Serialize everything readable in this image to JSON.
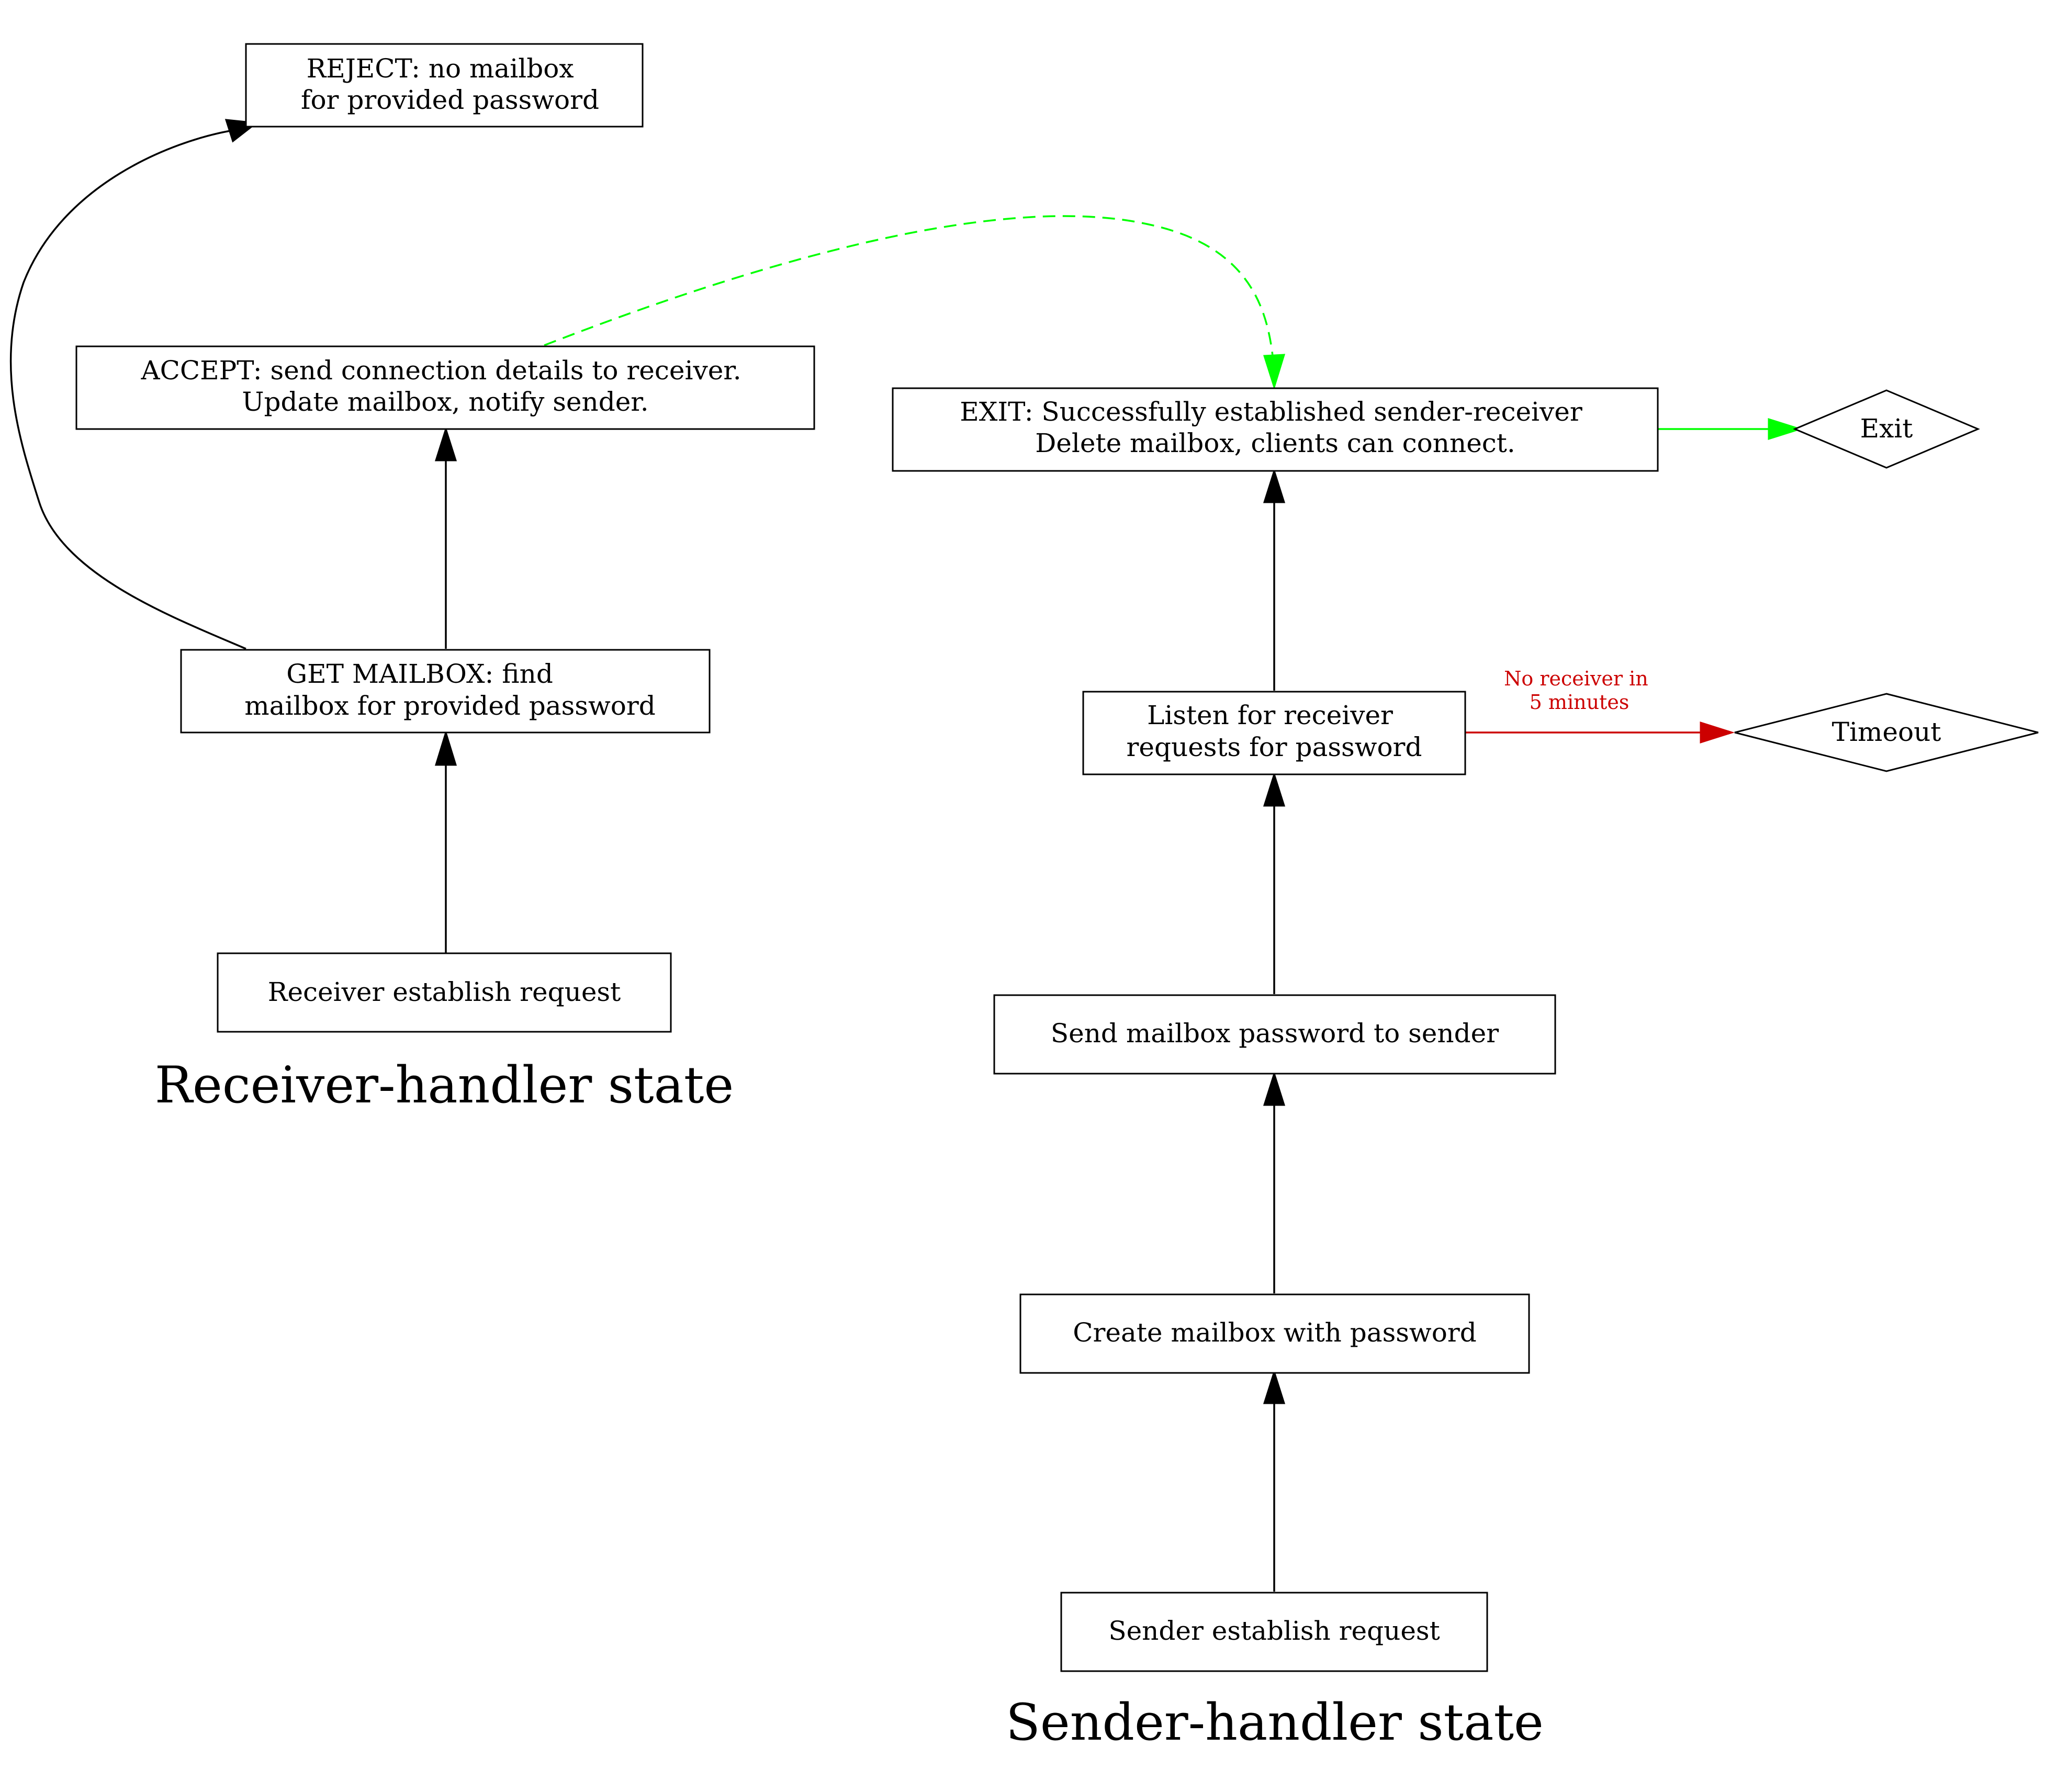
{
  "colors": {
    "default_edge": "#000000",
    "success_edge": "#00ff00",
    "timeout_edge": "#cc0000"
  },
  "clusters": {
    "receiver": {
      "label": "Receiver-handler state"
    },
    "sender": {
      "label": "Sender-handler state"
    }
  },
  "nodes": {
    "reject": {
      "lines": [
        "REJECT: no mailbox",
        "for provided password"
      ]
    },
    "accept": {
      "lines": [
        "ACCEPT: send connection details to receiver.",
        "Update mailbox, notify sender."
      ]
    },
    "get_mailbox": {
      "lines": [
        "GET MAILBOX: find",
        "mailbox for provided password"
      ]
    },
    "receiver_request": {
      "lines": [
        "Receiver establish request"
      ]
    },
    "exit_state": {
      "lines": [
        "EXIT: Successfully established sender-receiver",
        "Delete mailbox, clients can connect."
      ]
    },
    "exit": {
      "lines": [
        "Exit"
      ]
    },
    "listen": {
      "lines": [
        "Listen for receiver",
        "requests for password"
      ]
    },
    "timeout": {
      "lines": [
        "Timeout"
      ]
    },
    "send_password": {
      "lines": [
        "Send mailbox password to sender"
      ]
    },
    "create_mailbox": {
      "lines": [
        "Create mailbox with password"
      ]
    },
    "sender_request": {
      "lines": [
        "Sender establish request"
      ]
    }
  },
  "edges": {
    "timeout_label": {
      "lines": [
        "No receiver in",
        "5 minutes"
      ]
    }
  }
}
